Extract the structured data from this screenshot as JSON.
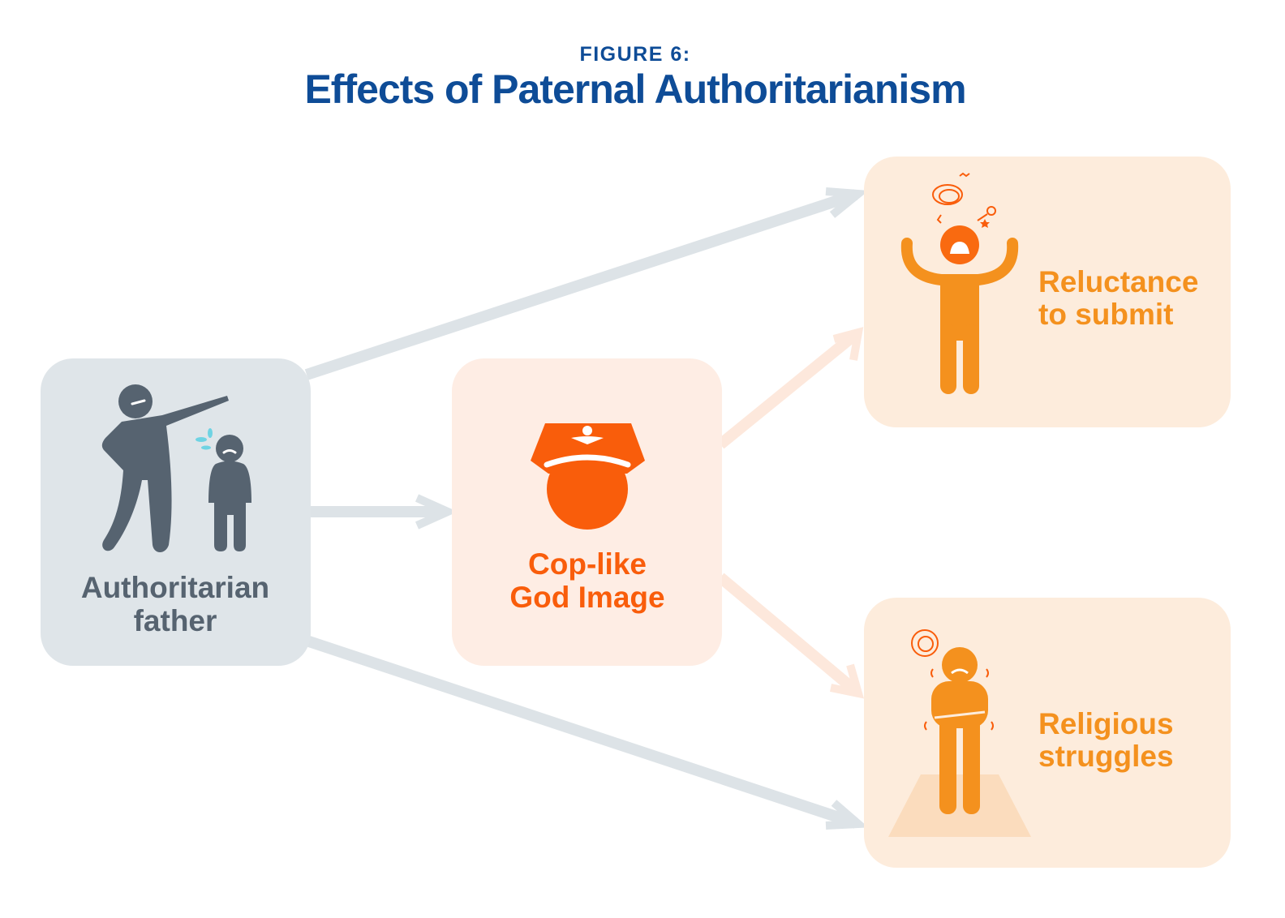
{
  "header": {
    "figure_label": "FIGURE 6:",
    "title": "Effects of Paternal Authoritarianism"
  },
  "nodes": {
    "father": {
      "line1": "Authoritarian",
      "line2": "father"
    },
    "god_image": {
      "line1": "Cop-like",
      "line2": "God Image"
    },
    "reluctance": {
      "line1": "Reluctance",
      "line2": "to submit"
    },
    "struggles": {
      "line1": "Religious",
      "line2": "struggles"
    }
  },
  "colors": {
    "title": "#0e4c97",
    "gray": "#566370",
    "gray_box": "#dfe5e9",
    "red_orange": "#f95d0b",
    "orange": "#f4911e",
    "peach_box": "#fdecdc"
  }
}
